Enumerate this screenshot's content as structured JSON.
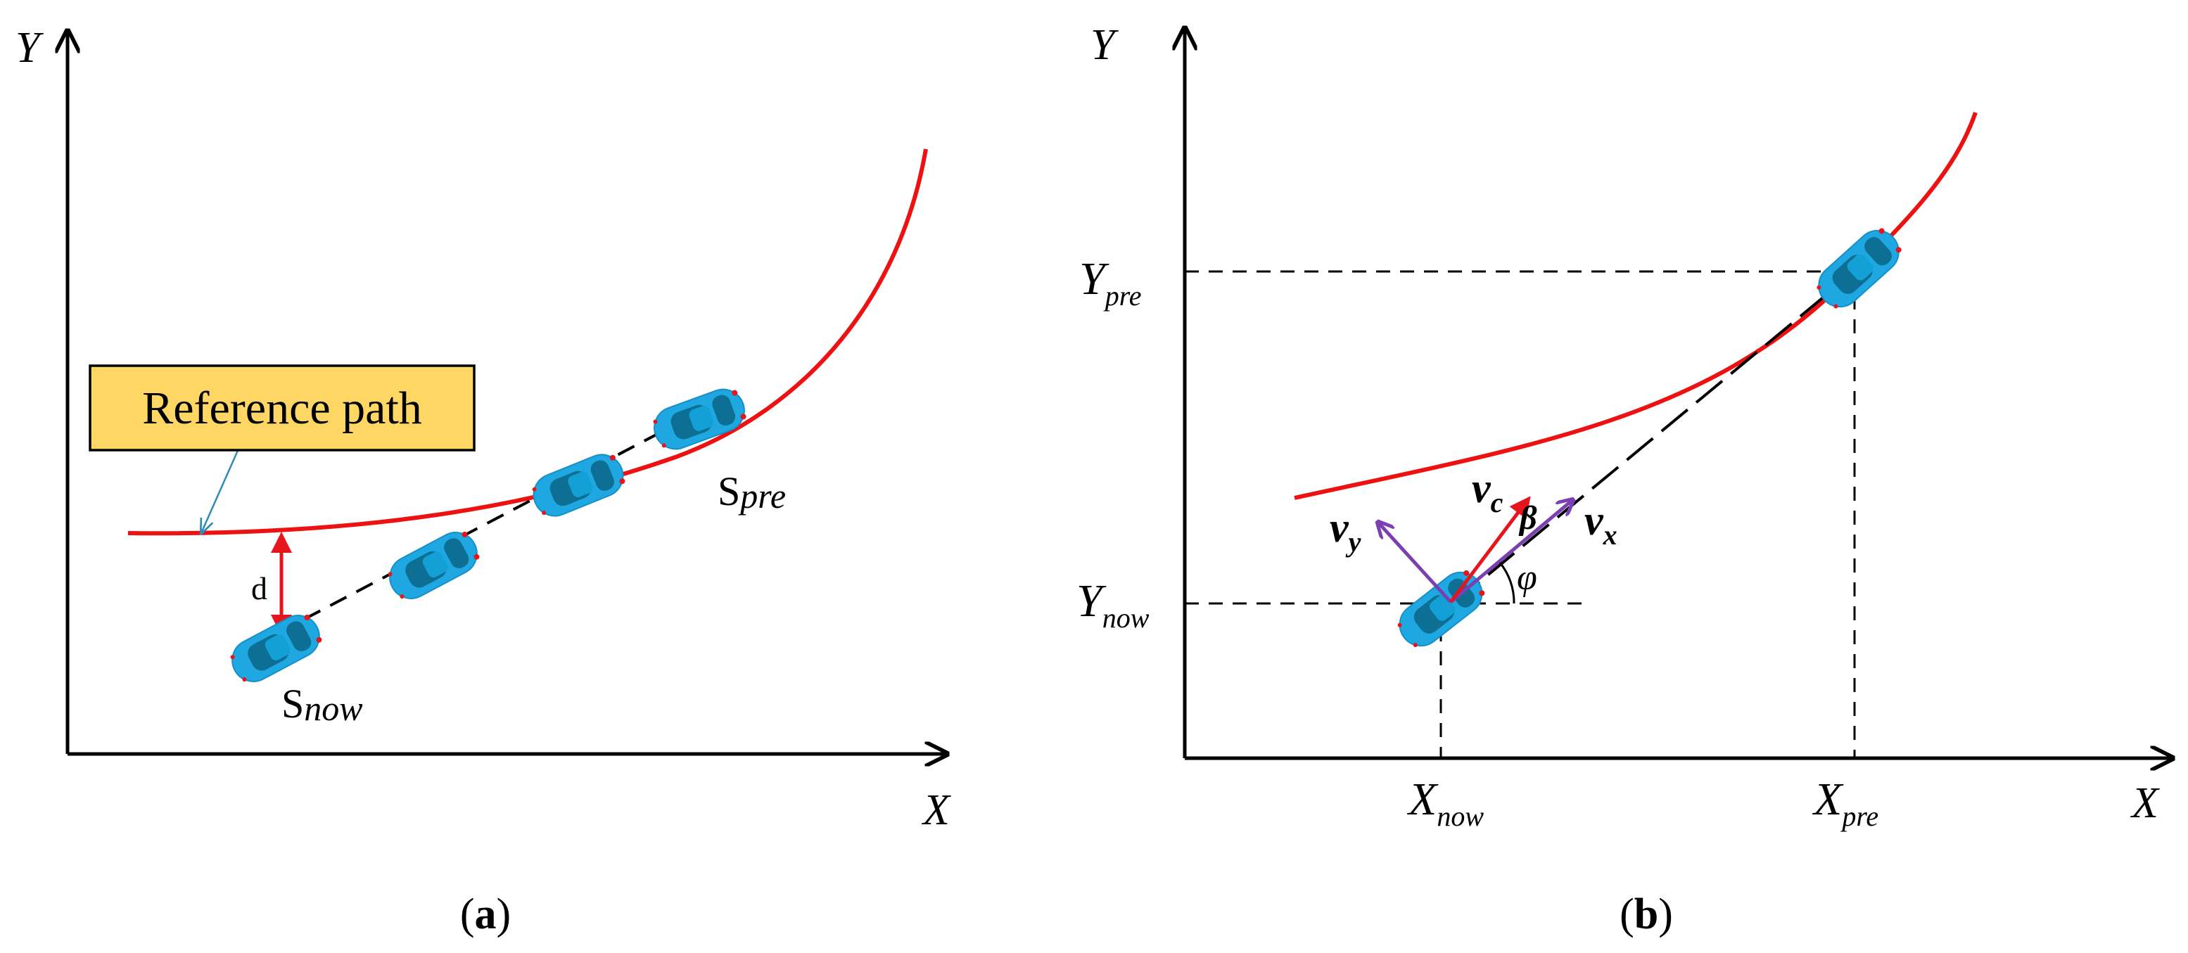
{
  "panel_a": {
    "y_axis_label": "Y",
    "x_axis_label": "X",
    "callout_label": "Reference path",
    "distance_label": "d",
    "s_now": {
      "base": "S",
      "sub": "now"
    },
    "s_pre": {
      "base": "S",
      "sub": "pre"
    },
    "caption_open": "(",
    "caption_letter": "a",
    "caption_close": ")"
  },
  "panel_b": {
    "y_axis_label": "Y",
    "x_axis_label": "X",
    "y_pre": {
      "base": "Y",
      "sub": "pre"
    },
    "y_now": {
      "base": "Y",
      "sub": "now"
    },
    "x_now": {
      "base": "X",
      "sub": "now"
    },
    "x_pre": {
      "base": "X",
      "sub": "pre"
    },
    "v_c": {
      "base": "v",
      "sub": "c"
    },
    "v_x": {
      "base": "v",
      "sub": "x"
    },
    "v_y": {
      "base": "v",
      "sub": "y"
    },
    "beta": "β",
    "phi": "φ",
    "caption_open": "(",
    "caption_letter": "b",
    "caption_close": ")"
  },
  "colors": {
    "reference_path": "#ee1111",
    "axes": "#000000",
    "vehicle_body": "#1ea7e1",
    "vehicle_window": "#0c6f93",
    "callout_fill": "#fdd663",
    "velocity_component": "#7a3fb0",
    "velocity_resultant": "#e8141c",
    "callout_pointer": "#2e8bb8"
  }
}
